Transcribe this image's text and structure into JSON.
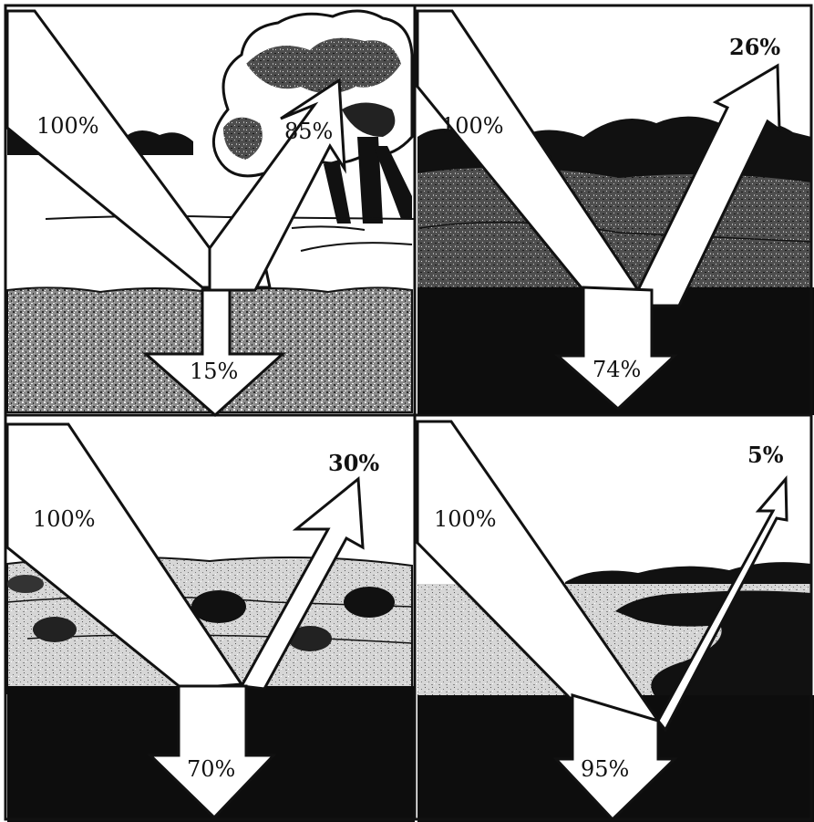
{
  "panels": [
    {
      "scene": "trees-and-grass",
      "incoming": "100%",
      "reflected": "85%",
      "absorbed": "15%",
      "reflected_fraction": 0.85,
      "absorbed_fraction": 0.15
    },
    {
      "scene": "dark-forest",
      "incoming": "100%",
      "reflected": "26%",
      "absorbed": "74%",
      "reflected_fraction": 0.26,
      "absorbed_fraction": 0.74
    },
    {
      "scene": "grassland-with-shrubs",
      "incoming": "100%",
      "reflected": "30%",
      "absorbed": "70%",
      "reflected_fraction": 0.3,
      "absorbed_fraction": 0.7
    },
    {
      "scene": "water-and-islands",
      "incoming": "100%",
      "reflected": "5%",
      "absorbed": "95%",
      "reflected_fraction": 0.05,
      "absorbed_fraction": 0.95
    }
  ],
  "colors": {
    "ink": "#111111",
    "arrow_fill": "#ffffff",
    "sky": "#ffffff",
    "speckle_light": "#9a9a9a",
    "speckle_dark": "#4a4a4a"
  }
}
